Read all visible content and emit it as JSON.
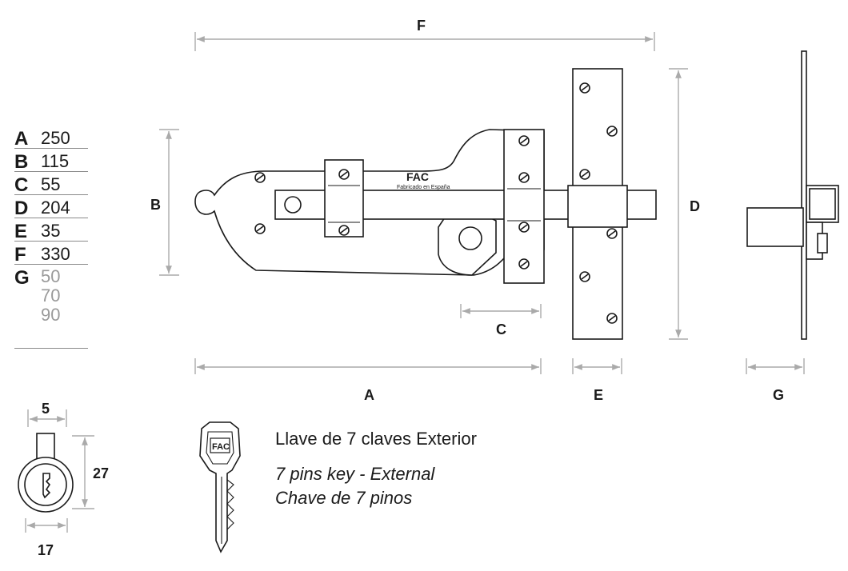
{
  "dimension_table": [
    {
      "letter": "A",
      "value": "250"
    },
    {
      "letter": "B",
      "value": "115"
    },
    {
      "letter": "C",
      "value": "55"
    },
    {
      "letter": "D",
      "value": "204"
    },
    {
      "letter": "E",
      "value": "35"
    },
    {
      "letter": "F",
      "value": "330"
    }
  ],
  "dimension_g": {
    "letter": "G",
    "values": [
      "50",
      "70",
      "90"
    ]
  },
  "drawing_labels": {
    "a": "A",
    "b": "B",
    "c": "C",
    "d": "D",
    "e": "E",
    "f": "F",
    "g": "G"
  },
  "plate_text": {
    "logo": "FAC",
    "made_in": "Fabricado en España"
  },
  "key_badge": "FAC",
  "cylinder": {
    "width_label": "5",
    "height_label": "27",
    "diameter_label": "17"
  },
  "key_description": {
    "line1": "Llave de 7 claves Exterior",
    "line2": "7 pins key - External",
    "line3": "Chave de 7 pinos"
  }
}
